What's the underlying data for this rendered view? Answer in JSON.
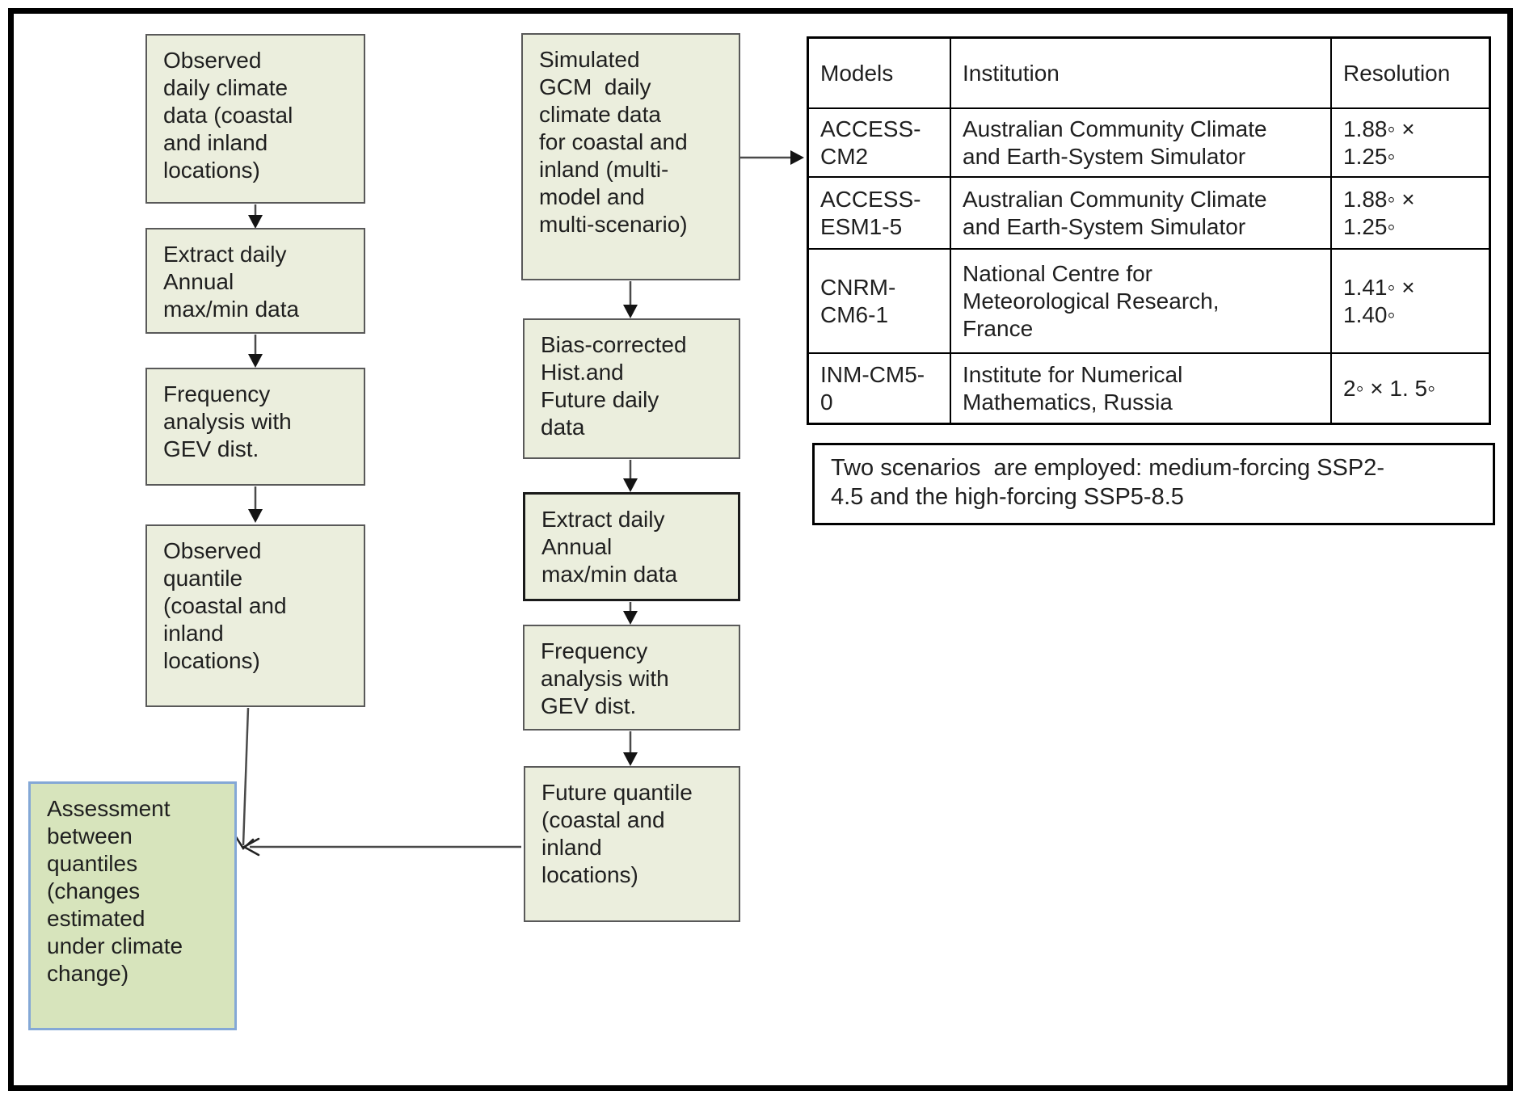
{
  "colors": {
    "box_fill": "#ebeedd",
    "assessment_fill": "#d7e4bc",
    "assessment_border": "#84a8d6",
    "frame_border": "#000000"
  },
  "left_flow": {
    "observed_data": "Observed\ndaily climate\ndata (coastal\nand inland\nlocations)",
    "extract_daily": "Extract daily\nAnnual\nmax/min data",
    "frequency_analysis": "Frequency\nanalysis with\nGEV dist.",
    "observed_quantile": "Observed\nquantile\n(coastal and\ninland\nlocations)",
    "assessment": "Assessment\nbetween\nquantiles\n(changes\nestimated\nunder climate\nchange)"
  },
  "gcm_flow": {
    "simulated_gcm": "Simulated\nGCM  daily\nclimate data\nfor coastal and\ninland (multi-\nmodel and\nmulti-scenario)",
    "bias_corrected": "Bias-corrected\nHist.and\nFuture daily\ndata",
    "extract_daily": "Extract daily\nAnnual\nmax/min data",
    "frequency_analysis": "Frequency\nanalysis with\nGEV dist.",
    "future_quantile": "Future quantile\n(coastal and\ninland\nlocations)"
  },
  "models_table": {
    "headers": [
      "Models",
      "Institution",
      "Resolution"
    ],
    "rows": [
      {
        "model": "ACCESS-\nCM2",
        "institution": "Australian Community Climate\nand Earth-System Simulator",
        "resolution": "1.88◦ ×\n1.25◦"
      },
      {
        "model": "ACCESS-\nESM1-5",
        "institution": "Australian Community Climate\nand Earth-System Simulator",
        "resolution": "1.88◦ ×\n1.25◦"
      },
      {
        "model": "CNRM-\nCM6-1",
        "institution": "National Centre for\nMeteorological Research,\nFrance",
        "resolution": "1.41◦ ×\n1.40◦"
      },
      {
        "model": "INM-CM5-\n0",
        "institution": "Institute for Numerical\nMathematics, Russia",
        "resolution": "2◦ × 1. 5◦"
      }
    ]
  },
  "scenario_note": "Two scenarios  are employed: medium-forcing SSP2-\n4.5 and the high-forcing SSP5-8.5"
}
